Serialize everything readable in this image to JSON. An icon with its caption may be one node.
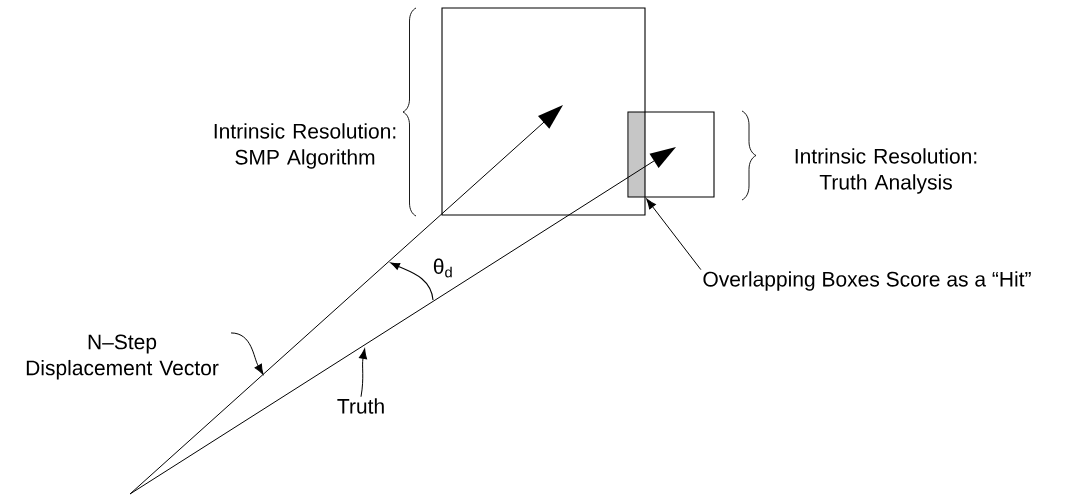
{
  "diagram": {
    "nodes": [
      {
        "text": [],
        "shape": "box"
      },
      {
        "text": [],
        "shape": "box"
      },
      {
        "text": [],
        "shape": "bar"
      },
      {
        "text": [
          "Overlapping Boxes Score as a “Hit”"
        ]
      },
      {
        "text": [
          "N–Step Displacement Vector"
        ]
      },
      {
        "text": [
          "Truth"
        ]
      }
    ],
    "edges": [
      {
        "from": 3,
        "to": 2,
        "arrow": "to"
      },
      {
        "from": 4,
        "to": null,
        "arrow": "to"
      },
      {
        "from": 5,
        "to": null,
        "arrow": "to"
      },
      {
        "from": null,
        "to": 0,
        "arrow": "to"
      },
      {
        "from": null,
        "to": 1,
        "arrow": "to"
      }
    ],
    "labels": [
      "Intrinsic Resolution: SMP Algorithm",
      "Intrinsic Resolution: Truth Analysis",
      "θ$_{d}$"
    ]
  }
}
